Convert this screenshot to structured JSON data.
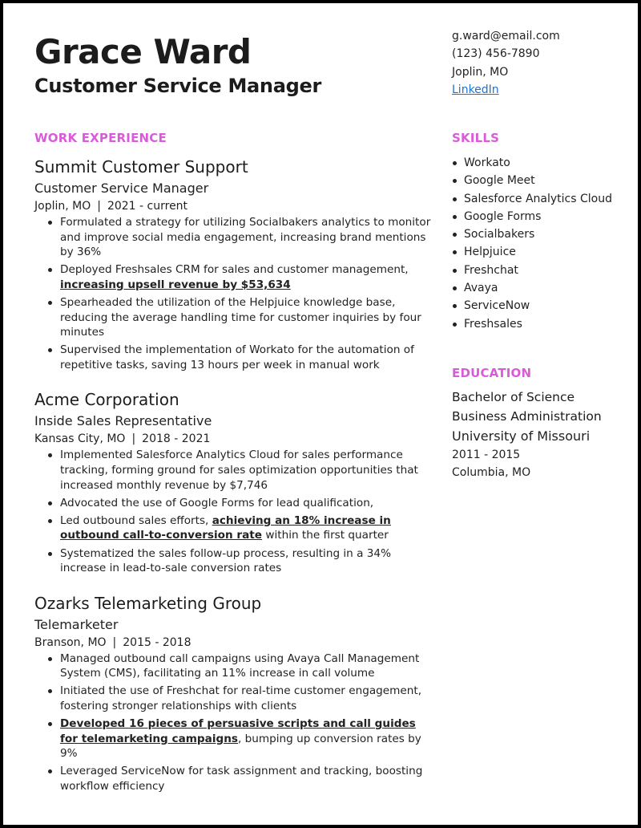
{
  "header": {
    "name": "Grace Ward",
    "title": "Customer Service Manager"
  },
  "contact": {
    "email": "g.ward@email.com",
    "phone": "(123) 456-7890",
    "location": "Joplin, MO",
    "linkedin": "LinkedIn"
  },
  "work": {
    "heading": "WORK EXPERIENCE",
    "jobs": [
      {
        "company": "Summit Customer Support",
        "title": "Customer Service Manager",
        "location": "Joplin, MO",
        "separator": "|",
        "dates": "2021 - current",
        "bullets": [
          {
            "pre": "Formulated a strategy for utilizing Socialbakers analytics to monitor and improve social media engagement, increasing brand mentions by 36%",
            "hl": "",
            "post": ""
          },
          {
            "pre": "Deployed Freshsales CRM for sales and customer management, ",
            "hl": "increasing upsell revenue by $53,634",
            "post": ""
          },
          {
            "pre": "Spearheaded the utilization of the Helpjuice knowledge base, reducing the average handling time for customer inquiries by four minutes",
            "hl": "",
            "post": ""
          },
          {
            "pre": "Supervised the implementation of Workato for the automation of repetitive tasks, saving 13 hours per week in manual work",
            "hl": "",
            "post": ""
          }
        ]
      },
      {
        "company": "Acme Corporation",
        "title": "Inside Sales Representative",
        "location": "Kansas City, MO",
        "separator": "|",
        "dates": "2018 - 2021",
        "bullets": [
          {
            "pre": "Implemented Salesforce Analytics Cloud for sales performance tracking, forming ground for sales optimization opportunities that increased monthly revenue by $7,746",
            "hl": "",
            "post": ""
          },
          {
            "pre": "Advocated the use of Google Forms for lead qualification,",
            "hl": "",
            "post": ""
          },
          {
            "pre": "Led outbound sales efforts, ",
            "hl": "achieving an 18% increase in outbound call-to-conversion rate",
            "post": " within the first quarter"
          },
          {
            "pre": "Systematized the sales follow-up process, resulting in a 34% increase in lead-to-sale conversion rates",
            "hl": "",
            "post": ""
          }
        ]
      },
      {
        "company": "Ozarks Telemarketing Group",
        "title": "Telemarketer",
        "location": "Branson, MO",
        "separator": "|",
        "dates": "2015 - 2018",
        "bullets": [
          {
            "pre": "Managed outbound call campaigns using Avaya Call Management System (CMS), facilitating an 11% increase in call volume",
            "hl": "",
            "post": ""
          },
          {
            "pre": "Initiated the use of Freshchat for real-time customer engagement, fostering stronger relationships with clients",
            "hl": "",
            "post": ""
          },
          {
            "pre": "",
            "hl": "Developed 16 pieces of persuasive scripts and call guides for telemarketing campaigns",
            "post": ", bumping up conversion rates by 9%"
          },
          {
            "pre": "Leveraged ServiceNow for task assignment and tracking, boosting workflow efficiency",
            "hl": "",
            "post": ""
          }
        ]
      }
    ]
  },
  "skills": {
    "heading": "SKILLS",
    "items": [
      "Workato",
      "Google Meet",
      "Salesforce Analytics Cloud",
      "Google Forms",
      "Socialbakers",
      "Helpjuice",
      "Freshchat",
      "Avaya",
      "ServiceNow",
      "Freshsales"
    ]
  },
  "education": {
    "heading": "EDUCATION",
    "degree_line1": "Bachelor of Science",
    "degree_line2": "Business Administration",
    "school": "University of Missouri",
    "dates": "2011 - 2015",
    "location": "Columbia, MO"
  },
  "colors": {
    "accent": "#d95bd9",
    "link": "#1a73d9",
    "border": "#000000"
  }
}
